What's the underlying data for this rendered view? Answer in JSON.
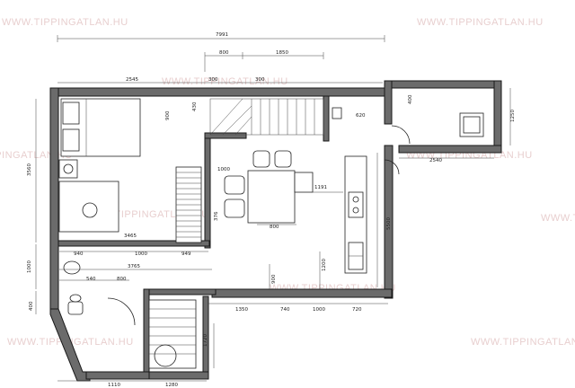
{
  "watermark": "WWW.TIPPINGATLAN.HU",
  "dimensions": {
    "total_width": "7991",
    "top_left": "800",
    "top_right": "1850",
    "room1_width": "2545",
    "stair_a": "300",
    "stair_b": "300",
    "stair_c": "900",
    "stair_d": "430",
    "landing": "620",
    "right_top": "400",
    "right_vert": "1250",
    "corridor": "2540",
    "left_height": "3560",
    "sofa_w": "1000",
    "room2_w": "1191",
    "table_w": "800",
    "small_a": "376",
    "bed_w": "3465",
    "kitchen_h": "5500",
    "row_a1": "940",
    "row_a2": "1000",
    "row_a3": "949",
    "bath_h": "1000",
    "bath_w": "3765",
    "row_b1": "540",
    "row_b2": "800",
    "door_h": "1200",
    "door_w": "900",
    "bottom_1": "1350",
    "bottom_2": "740",
    "bottom_3": "1000",
    "bottom_4": "720",
    "left_small": "400",
    "stair_bottom": "1720",
    "bottom_left": "1110",
    "bottom_mid": "1280"
  }
}
